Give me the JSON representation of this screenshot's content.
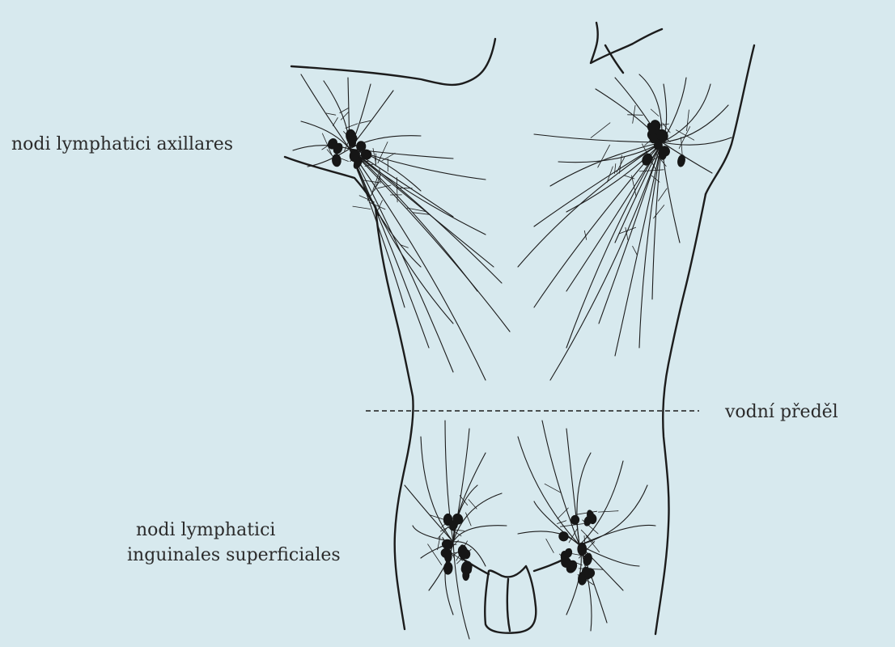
{
  "colors": {
    "background": "#d7e9ee",
    "ink": "#1c1c1c",
    "node": "#161616"
  },
  "labels": {
    "axillary": "nodi lymphatici axillares",
    "watershed": "vodní předěl",
    "inguinal_line1": "nodi lymphatici",
    "inguinal_line2": "inguinales superficiales"
  }
}
